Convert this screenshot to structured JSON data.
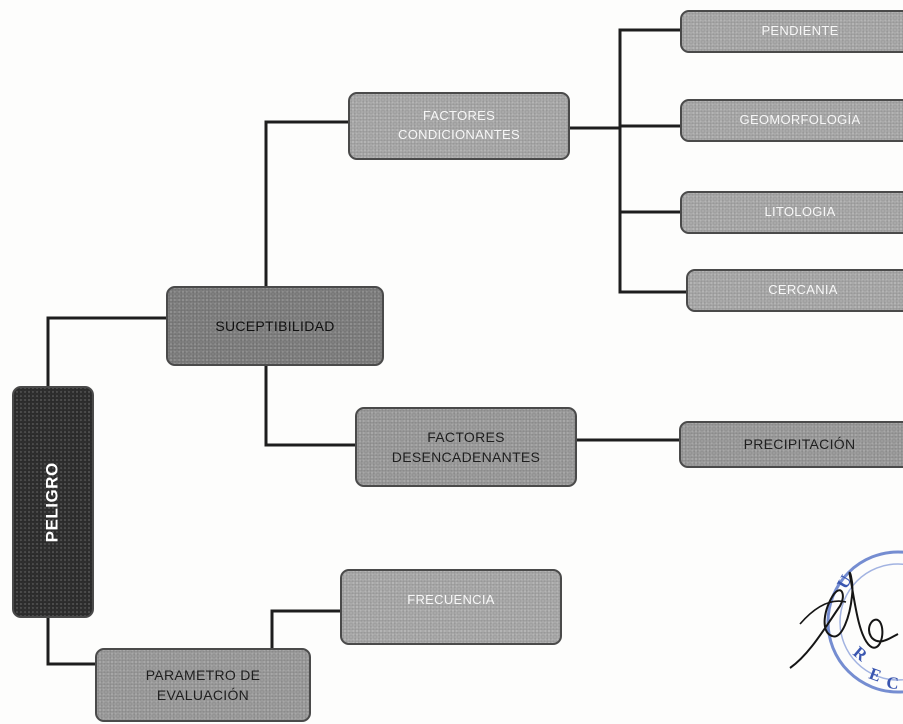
{
  "nodes": {
    "peligro": "PELIGRO",
    "susceptibilidad": "SUCEPTIBILIDAD",
    "factores_condicionantes": "FACTORES\nCONDICIONANTES",
    "factores_desencadenantes": "FACTORES\nDESENCADENANTES",
    "frecuencia": "FRECUENCIA",
    "parametro_evaluacion": "PARAMETRO DE\nEVALUACIÓN",
    "pendiente": "PENDIENTE",
    "geomorfologia": "GEOMORFOLOGÍA",
    "litologia": "LITOLOGIA",
    "cercania": "CERCANIA",
    "precipitacion": "PRECIPITACIÓN"
  },
  "stamp": {
    "partial_text": "UNIV · REC"
  }
}
